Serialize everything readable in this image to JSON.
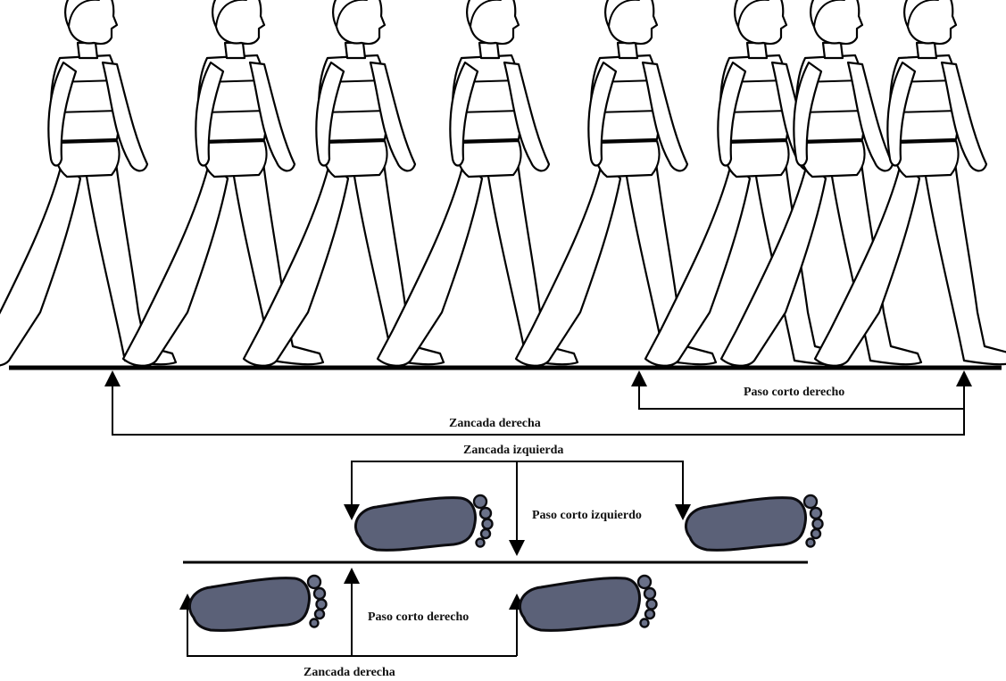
{
  "labels": {
    "upper_short_step": "Paso corto derecho",
    "upper_stride": "Zancada derecha",
    "left_stride": "Zancada izquierda",
    "left_short_step": "Paso corto izquierdo",
    "lower_short_step": "Paso corto derecho",
    "lower_stride": "Zancada derecha"
  },
  "figures": {
    "count": 8,
    "description_icon": "walking-woman-icon"
  },
  "footprints": {
    "count": 4,
    "icon": "footprint-icon",
    "color": "#5b6178"
  }
}
